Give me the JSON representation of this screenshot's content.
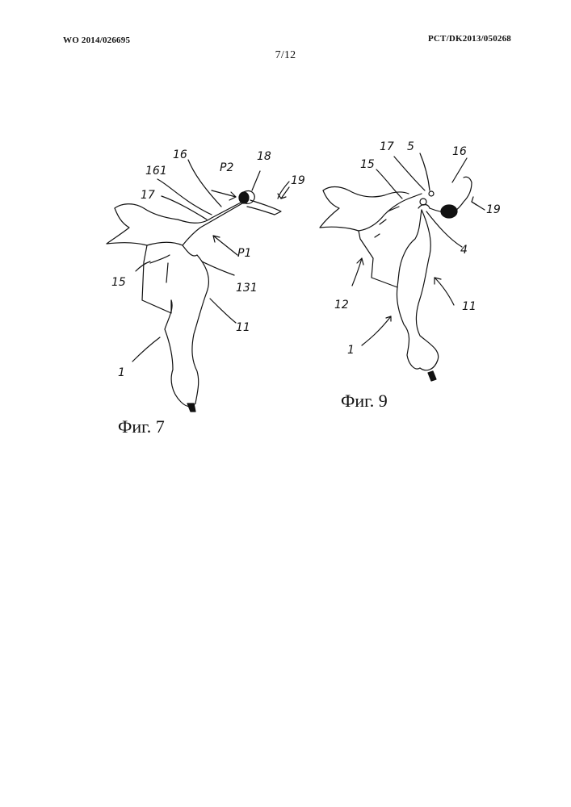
{
  "header": {
    "publication_number": "WO 2014/026695",
    "application_number": "PCT/DK2013/050268",
    "sheet": "7/12"
  },
  "figures": [
    {
      "caption": "Фиг. 7",
      "labels": [
        "161",
        "16",
        "P2",
        "18",
        "19",
        "17",
        "P1",
        "15",
        "131",
        "11",
        "1"
      ]
    },
    {
      "caption": "Фиг. 9",
      "labels": [
        "17",
        "5",
        "16",
        "15",
        "19",
        "4",
        "12",
        "11",
        "1"
      ]
    }
  ],
  "colors": {
    "ink": "#111111",
    "paper": "#ffffff"
  }
}
